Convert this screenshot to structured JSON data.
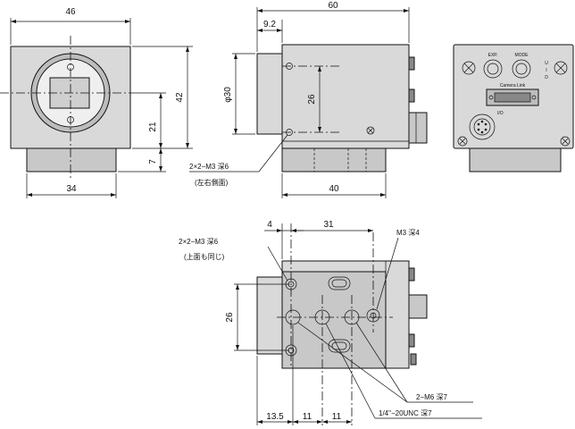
{
  "dims": {
    "front_width": "46",
    "front_height": "42",
    "front_offset_21": "21",
    "front_offset_7": "7",
    "front_base": "34",
    "side_length": "60",
    "side_offset": "9.2",
    "side_diameter": "φ30",
    "side_hole_spacing": "26",
    "side_base": "40",
    "bottom_offset_4": "4",
    "bottom_span_31": "31",
    "bottom_height_26": "26",
    "bottom_13_5": "13.5",
    "bottom_11_a": "11",
    "bottom_11_b": "11"
  },
  "notes": {
    "side_holes": "2×2−M3  深6",
    "side_holes_sub": "(左右側面)",
    "top_holes": "2×2−M3  深6",
    "top_holes_sub": "(上面も同じ)",
    "m3": "M3 深4",
    "m6": "2−M6  深7",
    "unc": "1/4\"−20UNC 深7"
  },
  "rear_panel": {
    "exp": "EXP.",
    "mode": "MODE",
    "uid": "U\nI\nD",
    "camera_link": "Camera Link",
    "io": "I/O"
  }
}
